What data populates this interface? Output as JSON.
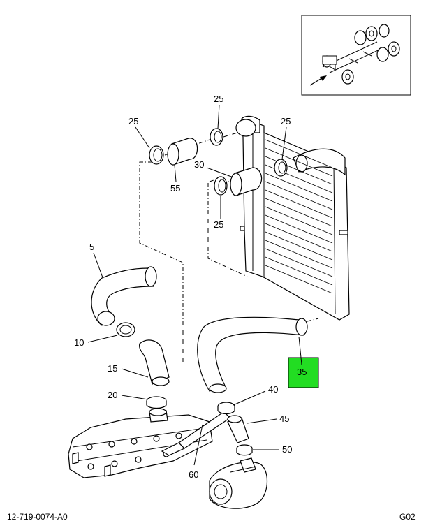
{
  "footer": {
    "doc_number": "12-719-0074-A0",
    "sheet_code": "G02"
  },
  "callouts": {
    "c25a": "25",
    "c25b": "25",
    "c25c": "25",
    "c25d": "25",
    "c55": "55",
    "c30": "30",
    "c5": "5",
    "c10": "10",
    "c15": "15",
    "c20": "20",
    "c35": "35",
    "c40": "40",
    "c45": "45",
    "c50": "50",
    "c60": "60"
  },
  "colors": {
    "highlight": "#22dd22",
    "line": "#000000",
    "background": "#ffffff"
  },
  "icons": [
    "locator-inset-icon",
    "locator-arrow-icon"
  ]
}
